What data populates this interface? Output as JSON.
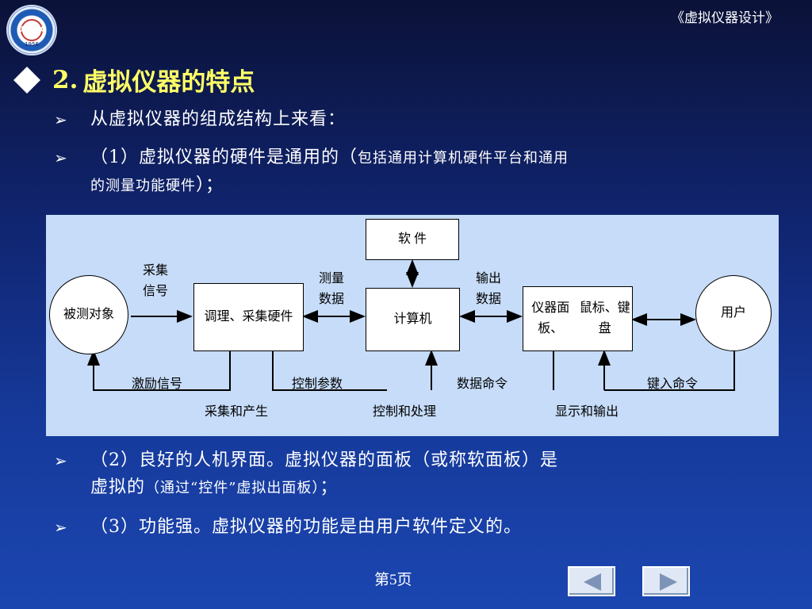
{
  "header": {
    "logo_text": "UESTC",
    "logo_year": "1956",
    "course_title": "《虚拟仪器设计》"
  },
  "heading": {
    "number": "2.",
    "title": "虚拟仪器的特点"
  },
  "bullets": [
    {
      "main": "从虚拟仪器的组成结构上来看："
    },
    {
      "main": "（1）虚拟仪器的硬件是通用的（",
      "small": "包括通用计算机硬件平台和通用",
      "line2_small": "的测量功能硬件",
      "line2_end": "）；"
    },
    {
      "main": "（2）良好的人机界面。虚拟仪器的面板（或称软面板）是",
      "line2_main": "虚拟的",
      "line2_small": "（通过“控件”虚拟出面板）",
      "line2_end": "；"
    },
    {
      "main": "（3）功能强。虚拟仪器的功能是由用户软件定义的。"
    }
  ],
  "diagram": {
    "software": "软  件",
    "object_l1": "被测",
    "object_l2": "对象",
    "signal_l1": "采集",
    "signal_l2": "信号",
    "hardware_l1": "调理、采集",
    "hardware_l2": "硬件",
    "measure_l1": "测量",
    "measure_l2": "数据",
    "computer": "计算机",
    "output_l1": "输出",
    "output_l2": "数据",
    "panel_l1": "仪器面板、",
    "panel_l2": "鼠标、键盘",
    "user": "用户",
    "excite": "激励信号",
    "control_params": "控制参数",
    "data_cmd": "数据命令",
    "key_cmd": "键入命令",
    "acq_gen": "采集和产生",
    "ctrl_proc": "控制和处理",
    "disp_out": "显示和输出"
  },
  "footer": {
    "page": "第5页"
  }
}
